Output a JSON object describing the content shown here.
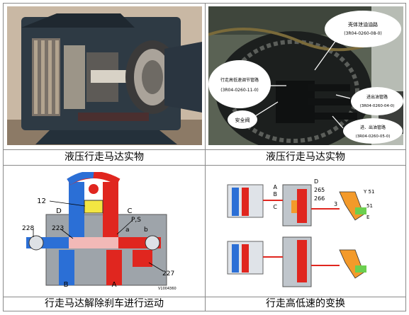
{
  "captions": {
    "top_left": "液压行走马达实物",
    "top_right": "液压行走马达实物",
    "bottom_left": "行走马达解除刹车进行运动",
    "bottom_right": "行走高低速的变换"
  },
  "photo2_labels": {
    "shell_drain": "壳体泄油油路",
    "shell_drain_code": "(3R04-0260-08-0)",
    "speed_valve": "行走高低速调节管路",
    "speed_valve_code": "(3R04-0260-11-0)",
    "safety_valve": "安全阀",
    "outlet": "进出油管路",
    "outlet_code": "(3R04-0260-04-0)",
    "inlet": "进、出油管路",
    "inlet_code": "(3R04-0260-05-0)"
  },
  "diagram1_labels": {
    "n12": "12",
    "d": "D",
    "c": "C",
    "ps": "P,S",
    "n228": "228",
    "n223": "223",
    "a_small": "a",
    "b_small": "b",
    "a_big": "A",
    "b_big": "B",
    "n227": "227",
    "code": "V1004360"
  },
  "diagram2_labels": {
    "a": "A",
    "b": "B",
    "c": "C",
    "d": "D",
    "n265": "265",
    "n266": "266",
    "n3": "3",
    "y51": "Y 51",
    "n51": "51",
    "e": "E"
  },
  "colors": {
    "red": "#e0261f",
    "blue": "#2b6fd6",
    "orange": "#f39a2a",
    "border": "#8a8a8a"
  }
}
